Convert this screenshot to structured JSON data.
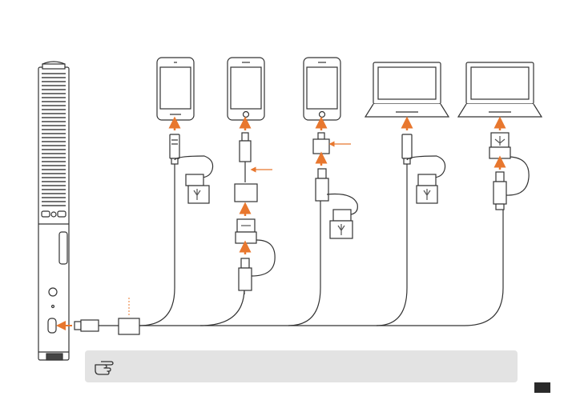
{
  "diagram": {
    "accent_color": "#e8772e",
    "line_color": "#333333",
    "devices": [
      {
        "kind": "android-phone",
        "label": ""
      },
      {
        "kind": "iphone",
        "label": ""
      },
      {
        "kind": "iphone",
        "label": ""
      },
      {
        "kind": "laptop",
        "label": ""
      },
      {
        "kind": "laptop",
        "label": ""
      }
    ],
    "icons": {
      "microphone": "microphone-icon",
      "note": "pointing-hand-icon"
    }
  },
  "note": {
    "text": ""
  },
  "page_marker": {
    "text": ""
  }
}
